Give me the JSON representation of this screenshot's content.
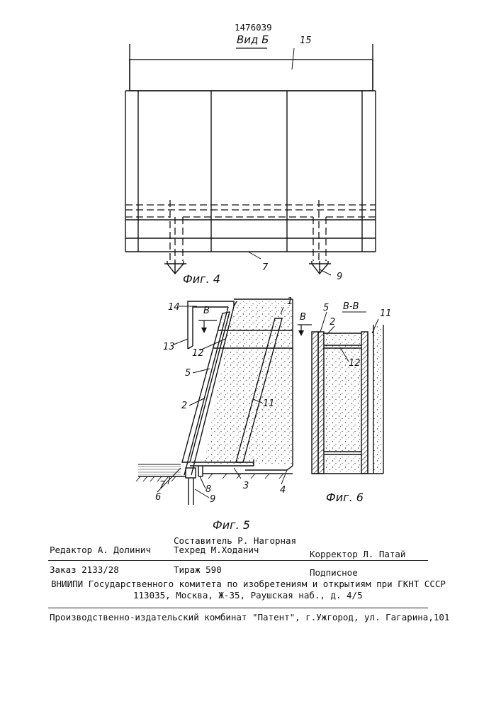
{
  "patent_number": "1476039",
  "view_b_label": "Вид Б",
  "fig4": {
    "caption": "Фиг. 4",
    "labels": {
      "l15": "15",
      "l7": "7",
      "l9": "9"
    }
  },
  "fig5": {
    "caption": "Фиг. 5",
    "section_mark": "В",
    "labels": {
      "l1": "1",
      "l14": "14",
      "l13": "13",
      "l12": "12",
      "l5": "5",
      "l2": "2",
      "l11": "11",
      "l3": "3",
      "l4": "4",
      "l6": "6",
      "l7": "7",
      "l8": "8",
      "l9": "9"
    }
  },
  "fig6": {
    "caption": "Фиг. 6",
    "section_title": "В-В",
    "section_mark": "В",
    "labels": {
      "l5": "5",
      "l2": "2",
      "l11": "11",
      "l12": "12"
    }
  },
  "footer": {
    "editor": "Редактор А. Долинич",
    "compiler": "Составитель Р. Нагорная",
    "techred": "Техред М.Ходанич",
    "corrector": "Корректор Л. Патай",
    "order": "Заказ 2133/28",
    "circulation": "Тираж 590",
    "subscription": "Подписное",
    "institute_line1": "ВНИИПИ Государственного комитета по изобретениям и открытиям при ГКНТ СССР",
    "institute_line2": "113035, Москва, Ж-35, Раушская наб., д. 4/5",
    "publisher": "Производственно-издательский комбинат \"Патент\", г.Ужгород, ул. Гагарина,101"
  }
}
